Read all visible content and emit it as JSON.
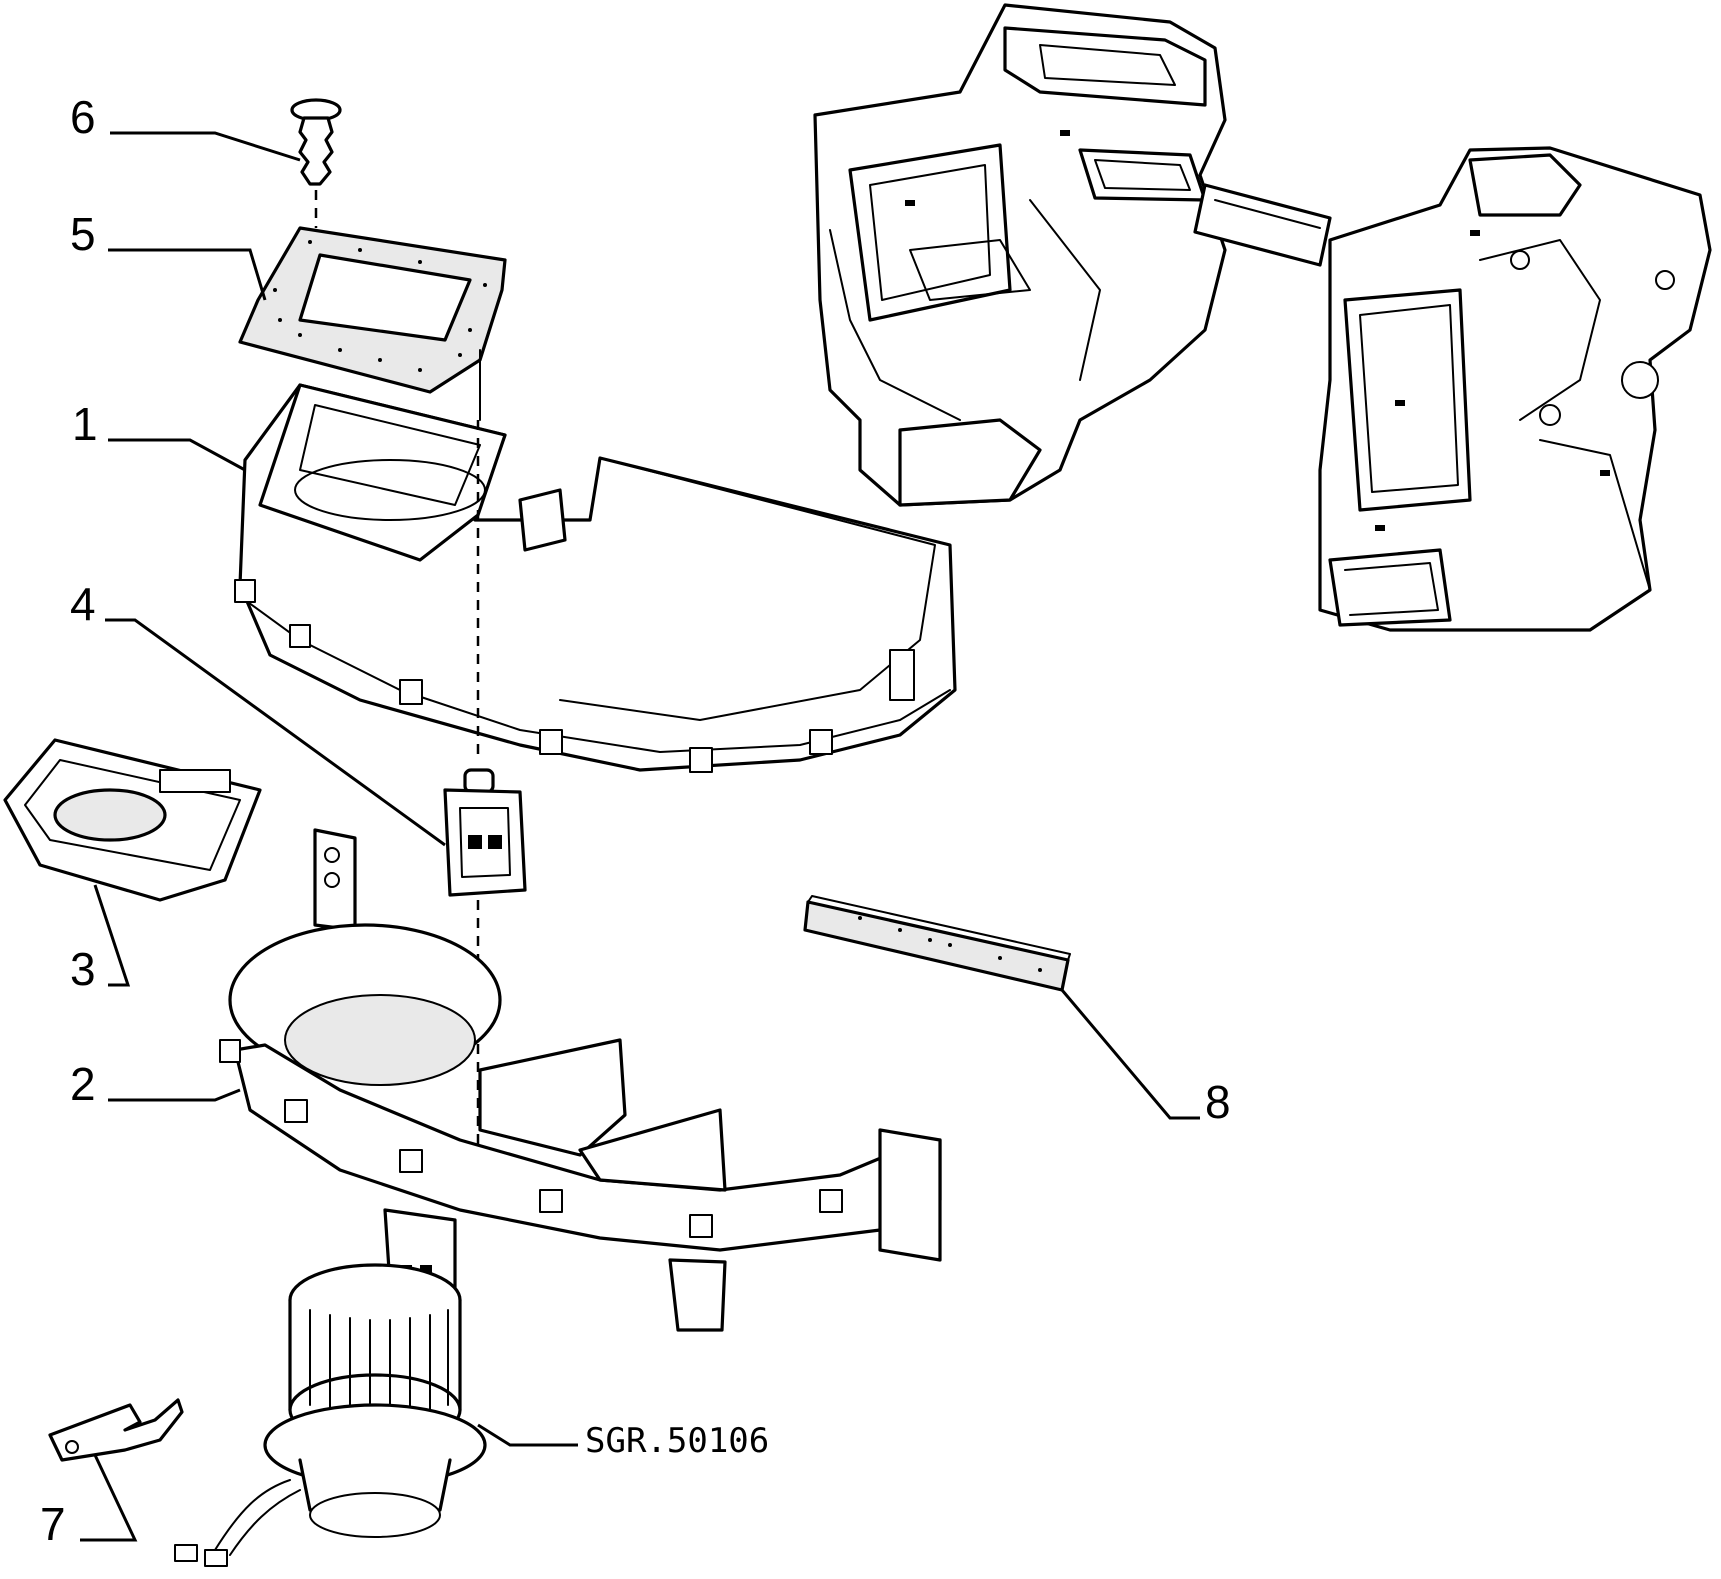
{
  "callouts": [
    {
      "id": "1",
      "label": "1"
    },
    {
      "id": "2",
      "label": "2"
    },
    {
      "id": "3",
      "label": "3"
    },
    {
      "id": "4",
      "label": "4"
    },
    {
      "id": "5",
      "label": "5"
    },
    {
      "id": "6",
      "label": "6"
    },
    {
      "id": "7",
      "label": "7"
    },
    {
      "id": "8",
      "label": "8"
    }
  ],
  "reference_code": "SGR.50106",
  "parts": [
    {
      "name": "upper-blower-housing",
      "icon": "housing-cover-icon"
    },
    {
      "name": "lower-blower-housing",
      "icon": "housing-base-icon"
    },
    {
      "name": "air-inlet-grille",
      "icon": "grille-icon"
    },
    {
      "name": "resistor-module",
      "icon": "resistor-icon"
    },
    {
      "name": "foam-gasket",
      "icon": "gasket-icon"
    },
    {
      "name": "push-rivet-clip",
      "icon": "rivet-icon"
    },
    {
      "name": "retaining-bracket",
      "icon": "bracket-icon"
    },
    {
      "name": "foam-seal-strip",
      "icon": "seal-strip-icon"
    },
    {
      "name": "blower-motor-fan",
      "icon": "blower-motor-icon"
    },
    {
      "name": "heater-box-assembly",
      "icon": "heater-box-icon"
    }
  ]
}
